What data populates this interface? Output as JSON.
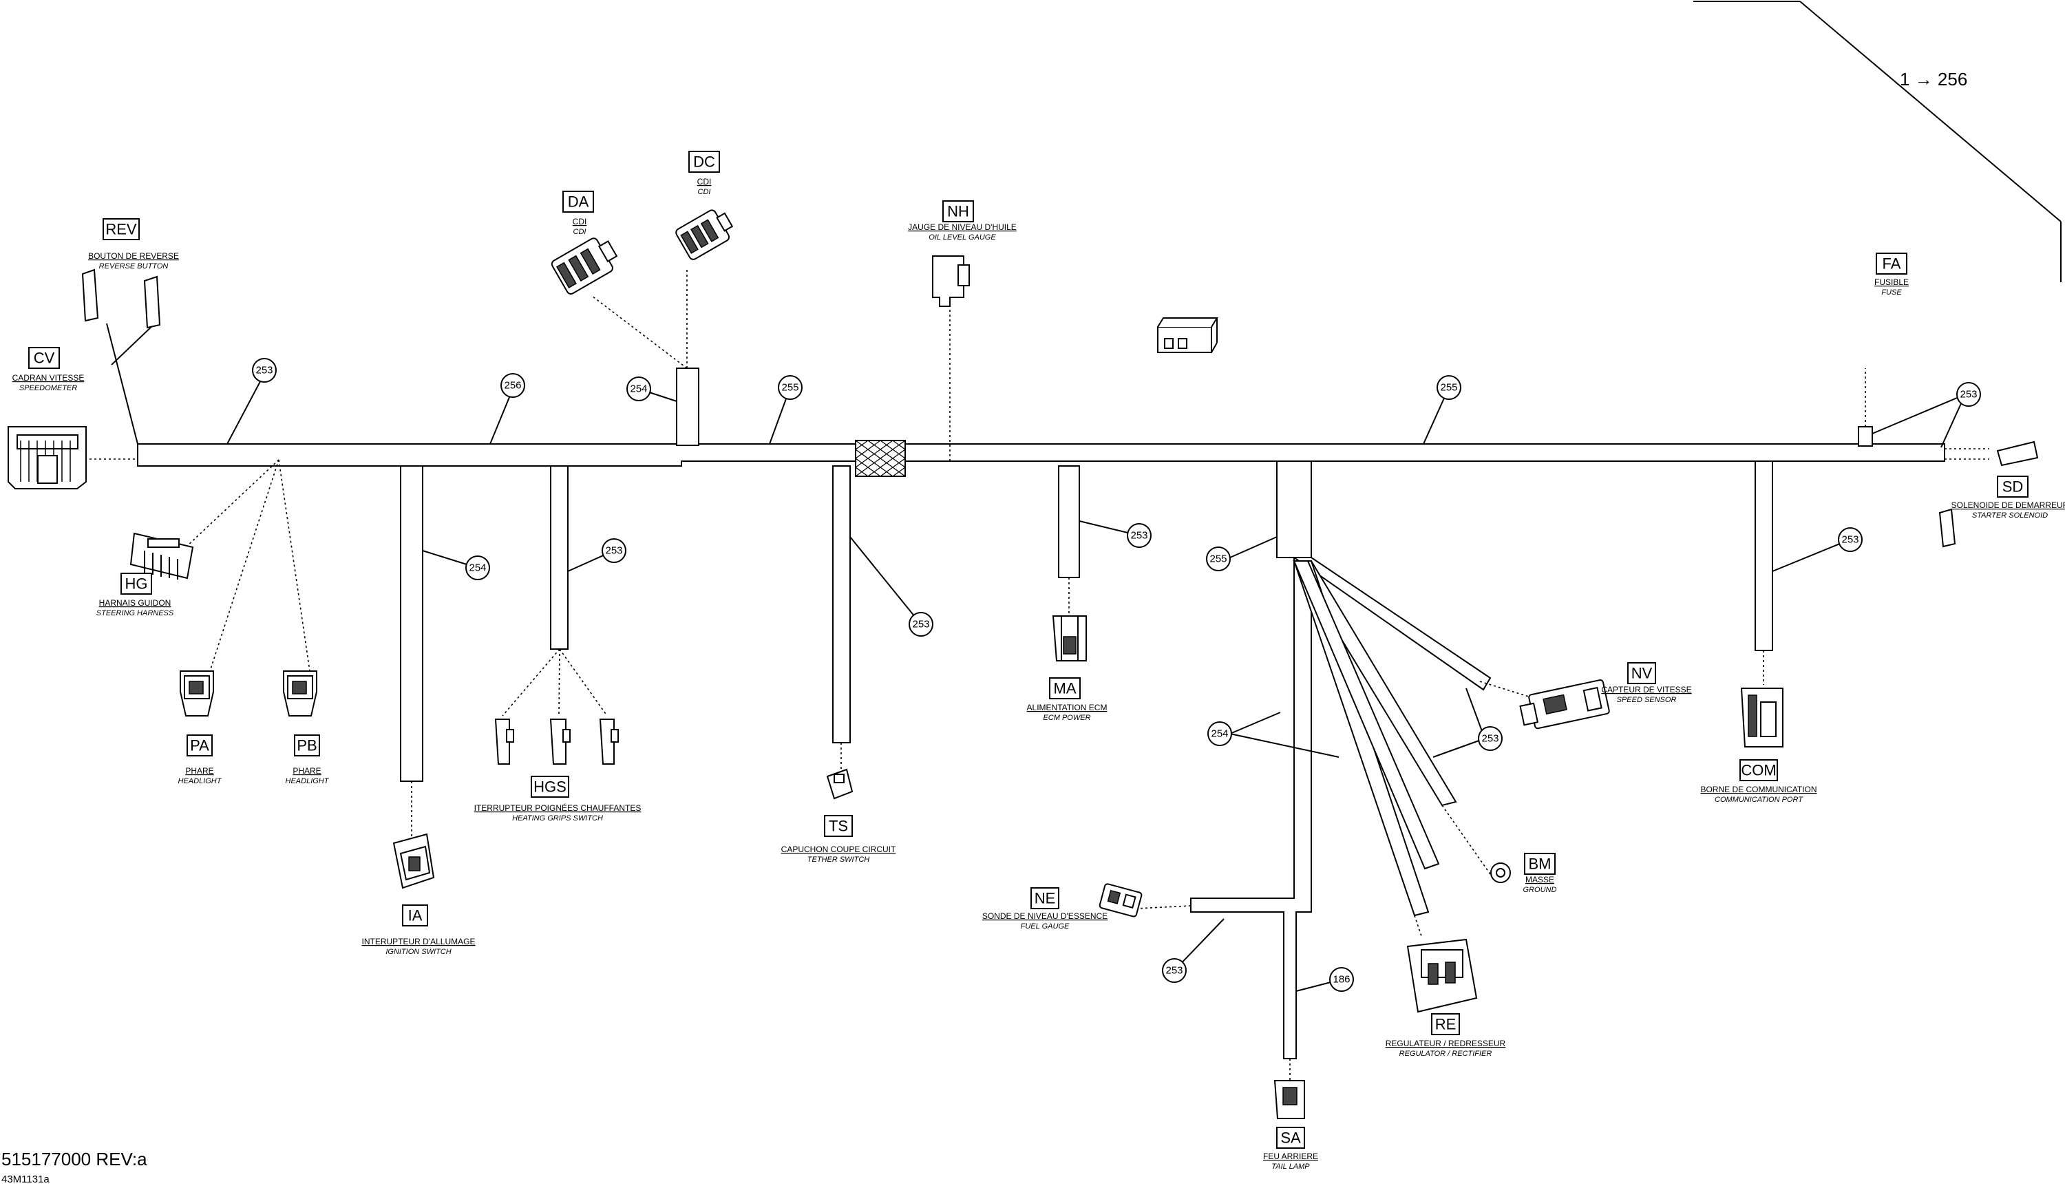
{
  "reference": {
    "range": "1 → 256"
  },
  "footer": {
    "part_number": "515177000 REV:a",
    "drawing_id": "43M1131a"
  },
  "parts": {
    "cv": {
      "code": "CV",
      "fr": "CADRAN VITESSE",
      "en": "SPEEDOMETER"
    },
    "rev": {
      "code": "REV",
      "fr": "BOUTON DE REVERSE",
      "en": "REVERSE BUTTON"
    },
    "da": {
      "code": "DA",
      "fr": "CDI",
      "en": "CDI"
    },
    "dc": {
      "code": "DC",
      "fr": "CDI",
      "en": "CDI"
    },
    "nh": {
      "code": "NH",
      "fr": "JAUGE DE NIVEAU D'HUILE",
      "en": "OIL LEVEL GAUGE"
    },
    "fa": {
      "code": "FA",
      "fr": "FUSIBLE",
      "en": "FUSE"
    },
    "sd": {
      "code": "SD",
      "fr": "SOLENOIDE DE DEMARREUR",
      "en": "STARTER SOLENOID"
    },
    "hg": {
      "code": "HG",
      "fr": "HARNAIS GUIDON",
      "en": "STEERING HARNESS"
    },
    "pa": {
      "code": "PA",
      "fr": "PHARE",
      "en": "HEADLIGHT"
    },
    "pb": {
      "code": "PB",
      "fr": "PHARE",
      "en": "HEADLIGHT"
    },
    "hgs": {
      "code": "HGS",
      "fr": "ITERRUPTEUR POIGNÉES CHAUFFANTES",
      "en": "HEATING GRIPS SWITCH"
    },
    "ia": {
      "code": "IA",
      "fr": "INTERUPTEUR D'ALLUMAGE",
      "en": "IGNITION SWITCH"
    },
    "ts": {
      "code": "TS",
      "fr": "CAPUCHON COUPE CIRCUIT",
      "en": "TETHER SWITCH"
    },
    "ma": {
      "code": "MA",
      "fr": "ALIMENTATION ECM",
      "en": "ECM POWER"
    },
    "nv": {
      "code": "NV",
      "fr": "CAPTEUR DE VITESSE",
      "en": "SPEED SENSOR"
    },
    "com": {
      "code": "COM",
      "fr": "BORNE DE COMMUNICATION",
      "en": "COMMUNICATION PORT"
    },
    "bm": {
      "code": "BM",
      "fr": "MASSE",
      "en": "GROUND"
    },
    "ne": {
      "code": "NE",
      "fr": "SONDE DE NIVEAU D'ESSENCE",
      "en": "FUEL GAUGE"
    },
    "re": {
      "code": "RE",
      "fr": "REGULATEUR / REDRESSEUR",
      "en": "REGULATOR / RECTIFIER"
    },
    "sa": {
      "code": "SA",
      "fr": "FEU ARRIERE",
      "en": "TAIL LAMP"
    }
  },
  "callouts": {
    "c1": "253",
    "c2": "256",
    "c3": "254",
    "c4": "255",
    "c5": "255",
    "c6": "253",
    "c7": "254",
    "c8": "253",
    "c9": "253",
    "c10": "253",
    "c11": "255",
    "c12": "254",
    "c13": "253",
    "c14": "253",
    "c15": "253",
    "c16": "186"
  }
}
